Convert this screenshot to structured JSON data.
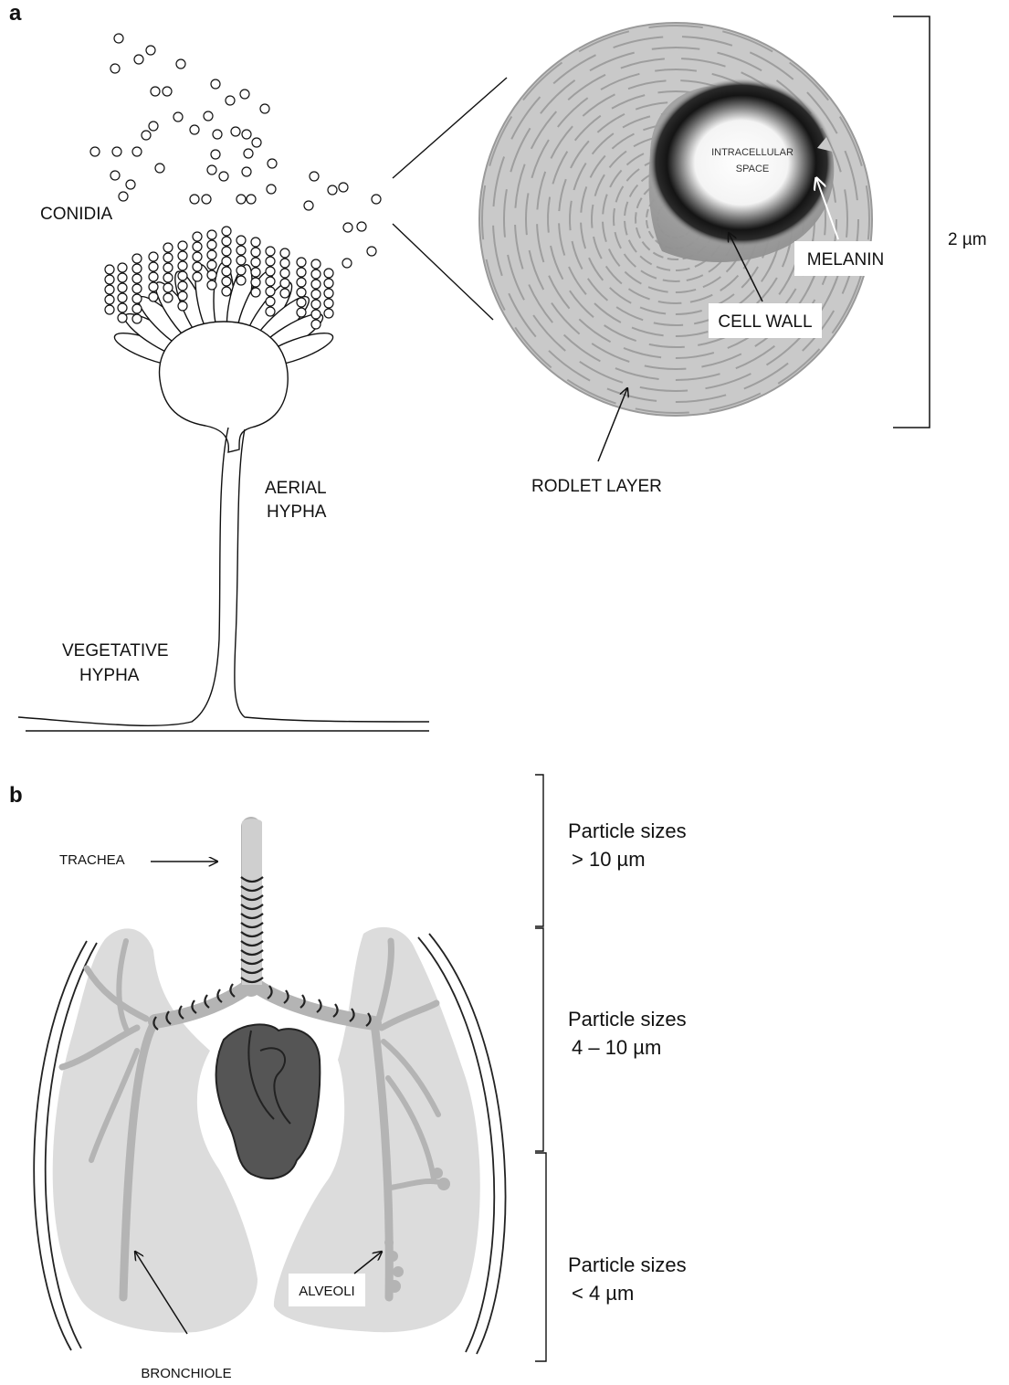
{
  "panel_a": {
    "letter": "a",
    "labels": {
      "conidia": "CONIDIA",
      "aerial_hypha": [
        "AERIAL",
        "HYPHA"
      ],
      "vegetative_hypha": [
        "VEGETATIVE",
        "HYPHA"
      ],
      "intracellular_space": [
        "INTRACELLULAR",
        "SPACE"
      ],
      "melanin": "MELANIN",
      "cell_wall": "CELL WALL",
      "rodlet_layer": "RODLET LAYER",
      "scale": "2 µm"
    }
  },
  "panel_b": {
    "letter": "b",
    "labels": {
      "trachea": "TRACHEA",
      "alveoli": "ALVEOLI",
      "bronchiole": "BRONCHIOLE"
    },
    "size_ranges": [
      {
        "line1": "Particle sizes",
        "line2": "> 10 µm"
      },
      {
        "line1": "Particle sizes",
        "line2": "4 – 10 µm"
      },
      {
        "line1": "Particle sizes",
        "line2": "< 4 µm"
      }
    ]
  },
  "colors": {
    "lung_fill": "#dcdcdc",
    "airway_fill": "#b4b4b4",
    "heart_fill": "#555555",
    "spore_fill": "#b2b2b2",
    "melanin": "#1a1a1a"
  }
}
